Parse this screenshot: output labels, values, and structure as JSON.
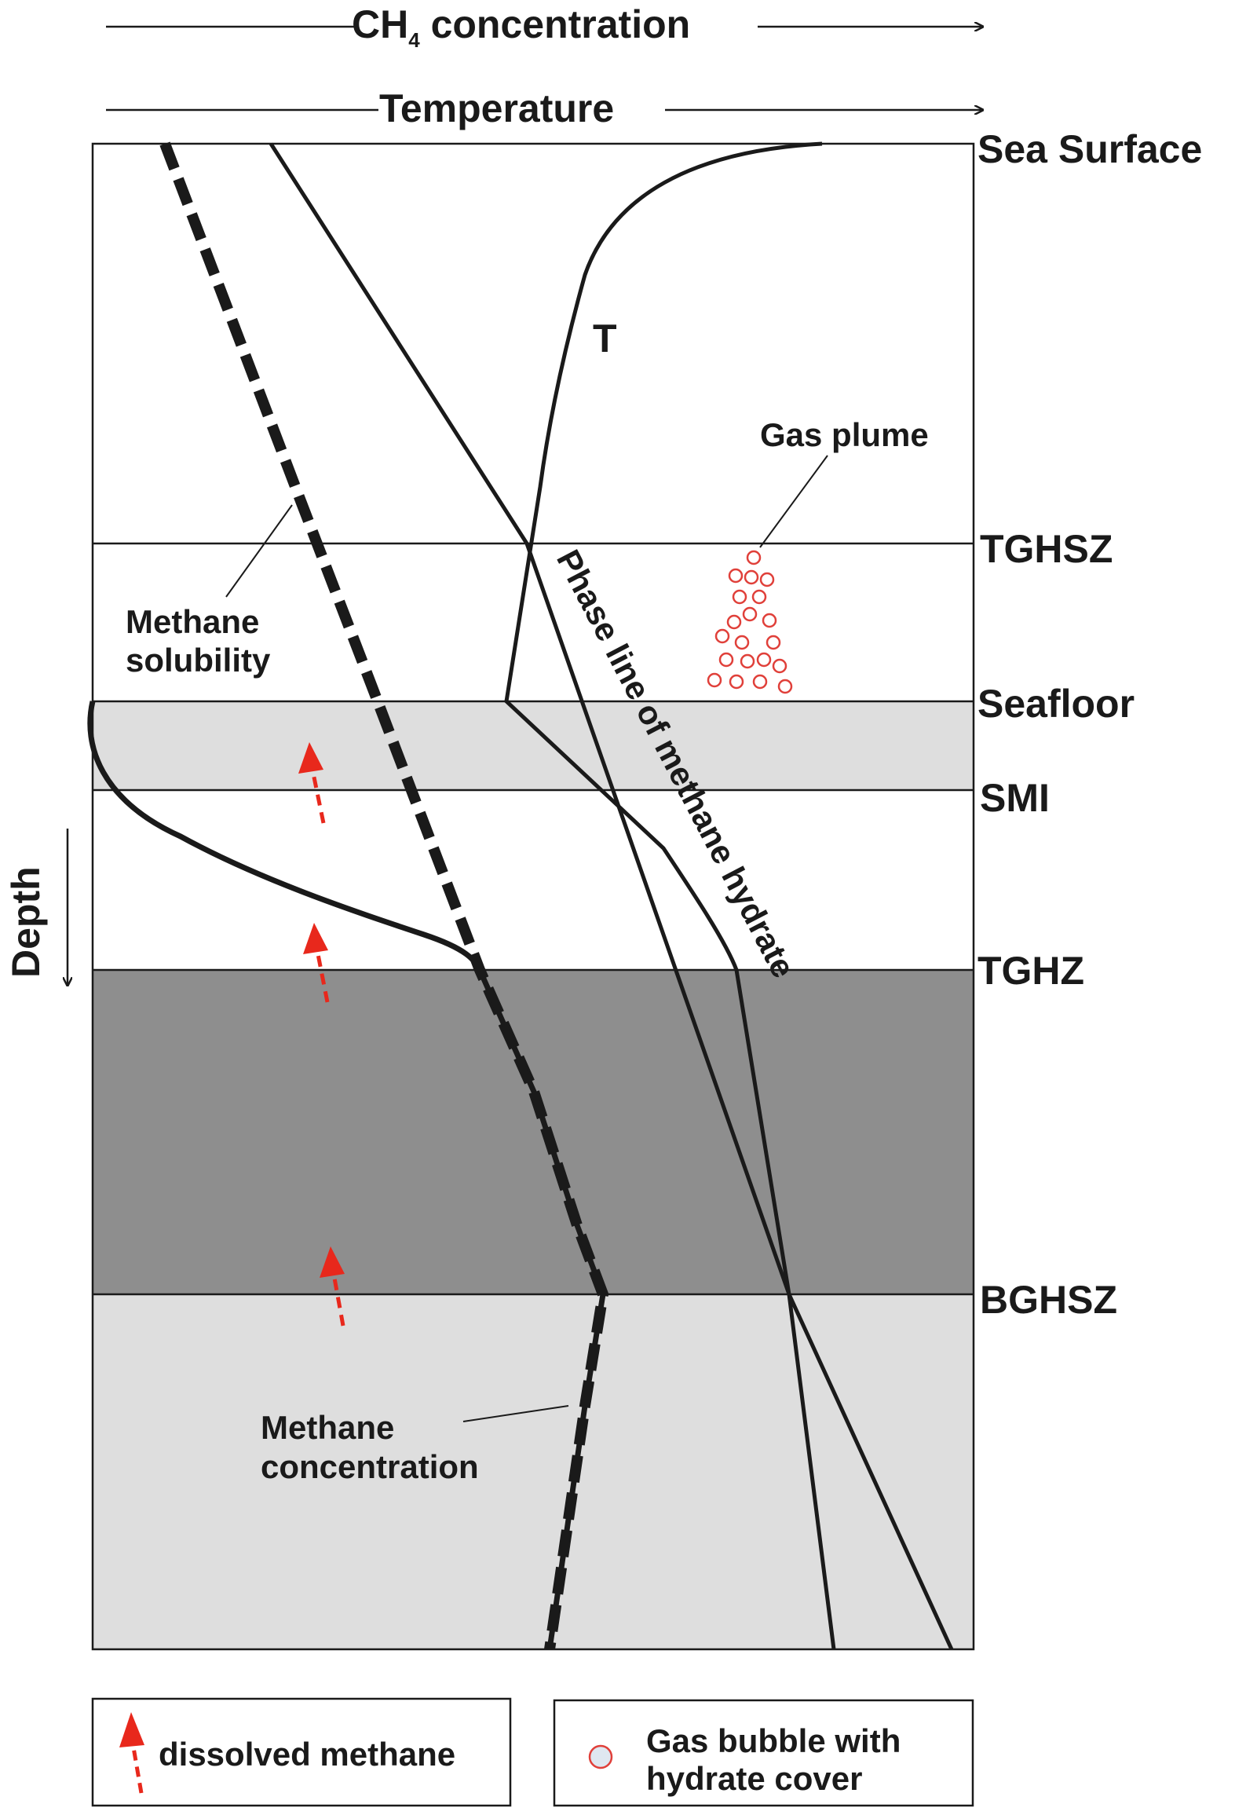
{
  "axes": {
    "ch4_label": "CH",
    "ch4_sub": "4",
    "ch4_label_tail": " concentration",
    "temperature_label": "Temperature",
    "depth_label": "Depth"
  },
  "boundaries": {
    "sea_surface": "Sea Surface",
    "tghsz": "TGHSZ",
    "seafloor": "Seafloor",
    "smi": "SMI",
    "tghz": "TGHZ",
    "bghsz": "BGHSZ"
  },
  "curves": {
    "temperature": "T",
    "phase_line": "Phase line of methane hydrate",
    "methane_solubility_1": "Methane",
    "methane_solubility_2": "solubility",
    "methane_concentration_1": "Methane",
    "methane_concentration_2": "concentration",
    "gas_plume": "Gas plume"
  },
  "legend": {
    "dissolved_methane": "dissolved methane",
    "gas_bubble_1": "Gas bubble with",
    "gas_bubble_2": "hydrate cover"
  },
  "colors": {
    "light_gray": "#dedede",
    "dark_gray": "#8e8e8e",
    "arrow_red": "#e8281c",
    "bubble_red": "#e0403a",
    "line": "#1a1a1a"
  }
}
